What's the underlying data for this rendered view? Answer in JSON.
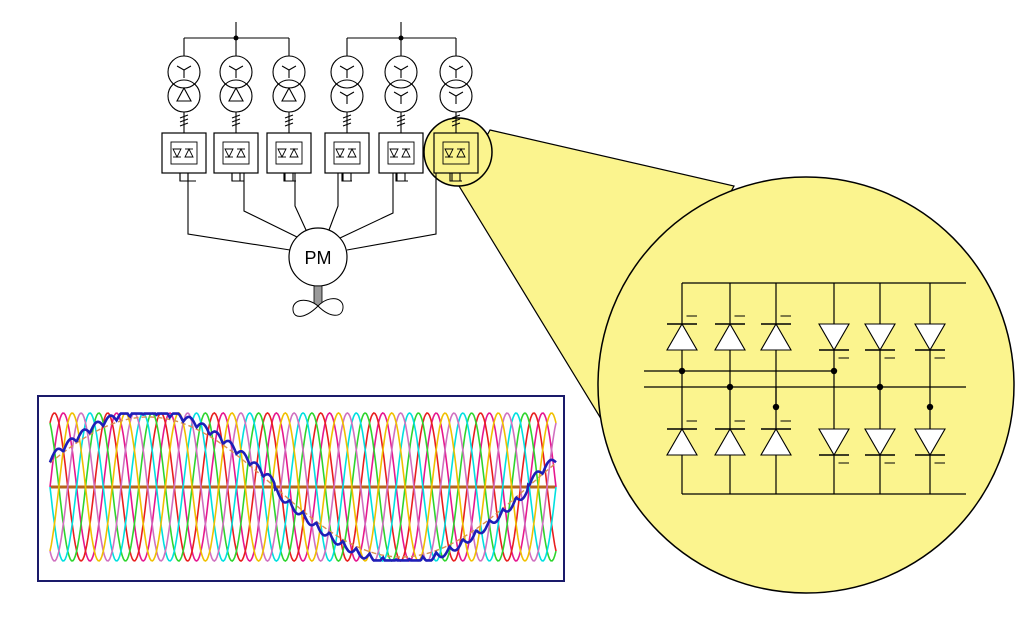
{
  "diagram": {
    "motor": {
      "label": "PM"
    },
    "transformers": [
      {
        "primary": "wye",
        "secondary": "delta"
      },
      {
        "primary": "wye",
        "secondary": "delta"
      },
      {
        "primary": "wye",
        "secondary": "delta"
      },
      {
        "primary": "wye",
        "secondary": "wye"
      },
      {
        "primary": "wye",
        "secondary": "wye"
      },
      {
        "primary": "wye",
        "secondary": "wye"
      }
    ],
    "converter_count": 6,
    "highlighted_converter": 6,
    "thyristor_bridges": 2,
    "thyristors_per_bridge": 6
  },
  "colors": {
    "line": "#000000",
    "callout_fill": "#fbf48e",
    "panel_border": "#1a1a6a",
    "phase_colors": [
      "#e6178f",
      "#e81e1e",
      "#2ed52e",
      "#00e0e0",
      "#d070c0",
      "#f0c000"
    ],
    "staircase_wave": "#1e1eb8",
    "fundamental_wave": "#d89050",
    "axis_line": "#b5651d"
  },
  "waveform_panel": {
    "phase_count": 6,
    "cycles_shown": 9.5,
    "fundamental_cycles_shown": 1,
    "staircase_levels": 6
  }
}
